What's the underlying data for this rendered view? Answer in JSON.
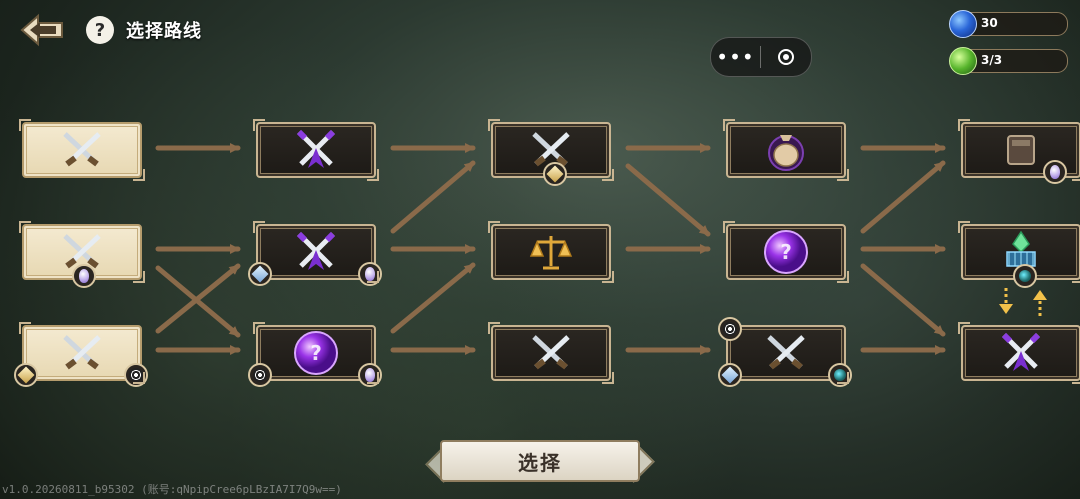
{
  "header": {
    "title": "选择路线",
    "help_label": "?",
    "back_icon": "back-arrow-icon"
  },
  "resources": {
    "gems": "30",
    "stamina": "3/3"
  },
  "capsule": {
    "more_label": "•••"
  },
  "confirm_button": "选择",
  "version_text": "v1.0.20260811_b95302 (账号:qNpipCree6pLBzIA7I7Q9w==)",
  "colors": {
    "node_border": "#c9b592",
    "path_arrow": "#8a6a4a",
    "swap_arrow": "#f2c14a"
  },
  "nodes": [
    {
      "id": "c0r0",
      "icon": "crossed-swords-icon",
      "badges": []
    },
    {
      "id": "c0r1",
      "icon": "crossed-swords-icon",
      "badges": [
        "egg-icon"
      ]
    },
    {
      "id": "c0r2",
      "icon": "crossed-swords-icon",
      "badges": [
        "gold-crystal-icon",
        "target-icon"
      ]
    },
    {
      "id": "c1r0",
      "icon": "purple-swords-icon",
      "badges": []
    },
    {
      "id": "c1r1",
      "icon": "purple-swords-icon",
      "badges": [
        "crystal-icon",
        "egg-icon"
      ]
    },
    {
      "id": "c1r2",
      "icon": "mystery-orb-icon",
      "badges": [
        "target-icon",
        "egg-icon"
      ]
    },
    {
      "id": "c2r0",
      "icon": "crossed-swords-icon",
      "badges": [
        "gold-crystal-icon"
      ]
    },
    {
      "id": "c2r1",
      "icon": "scales-icon",
      "badges": []
    },
    {
      "id": "c2r2",
      "icon": "crossed-swords-icon",
      "badges": []
    },
    {
      "id": "c3r0",
      "icon": "money-bag-icon",
      "badges": []
    },
    {
      "id": "c3r1",
      "icon": "mystery-orb-icon",
      "badges": []
    },
    {
      "id": "c3r2",
      "icon": "crossed-swords-icon",
      "badges": [
        "target-icon",
        "crystal-icon",
        "globe-icon"
      ]
    },
    {
      "id": "c4r0",
      "icon": "treasure-chest-icon",
      "badges": [
        "egg-icon"
      ]
    },
    {
      "id": "c4r1",
      "icon": "crystal-shrine-icon",
      "badges": [
        "globe-icon"
      ]
    },
    {
      "id": "c4r2",
      "icon": "purple-swords-icon",
      "badges": []
    }
  ]
}
